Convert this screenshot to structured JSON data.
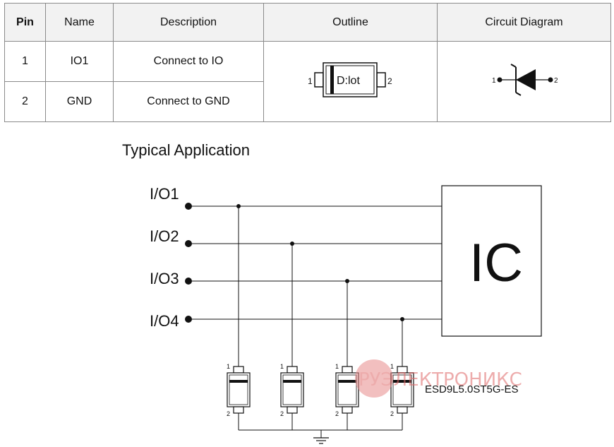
{
  "table": {
    "headers": {
      "pin": "Pin",
      "name": "Name",
      "description": "Description",
      "outline": "Outline",
      "circuit": "Circuit Diagram"
    },
    "rows": [
      {
        "pin": "1",
        "name": "IO1",
        "description": "Connect to IO"
      },
      {
        "pin": "2",
        "name": "GND",
        "description": "Connect to GND"
      }
    ],
    "outline": {
      "marking": "D:lot",
      "pin1": "1",
      "pin2": "2"
    },
    "circuit": {
      "pin1": "1",
      "pin2": "2"
    }
  },
  "application": {
    "title": "Typical Application",
    "io_labels": [
      "I/O1",
      "I/O2",
      "I/O3",
      "I/O4"
    ],
    "ic_label": "IC",
    "part_label": "ESD9L5.0ST5G-ES",
    "diode_pin_top": "1",
    "diode_pin_bottom": "2"
  },
  "watermark": {
    "text": "РУЭЛЕКТРОНИКС"
  }
}
